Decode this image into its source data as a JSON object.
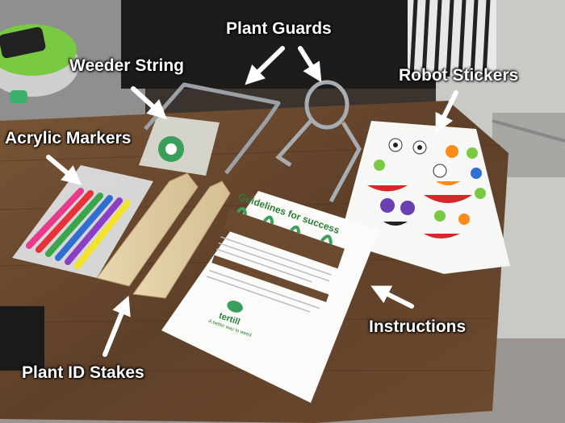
{
  "labels": {
    "plant_guards": "Plant Guards",
    "weeder_string": "Weeder String",
    "robot_stickers": "Robot  Stickers",
    "acrylic_markers": "Acrylic Markers",
    "instructions": "Instructions",
    "plant_id_stakes": "Plant ID Stakes"
  },
  "instruction_sheet": {
    "title": "Guidelines for success",
    "brand": "tertill",
    "tagline": "A better way to weed"
  },
  "colors": {
    "label_text": "#ffffff",
    "table_wood": "#6b4a2f",
    "robot_green": "#7ac943",
    "sheet_green": "#2e7d32"
  },
  "marker_colors": [
    "#e83a8c",
    "#e8323a",
    "#3aa64b",
    "#2f6fd0",
    "#8b3fc4",
    "#f2e32a"
  ],
  "icons": [
    "arrow-icon"
  ]
}
